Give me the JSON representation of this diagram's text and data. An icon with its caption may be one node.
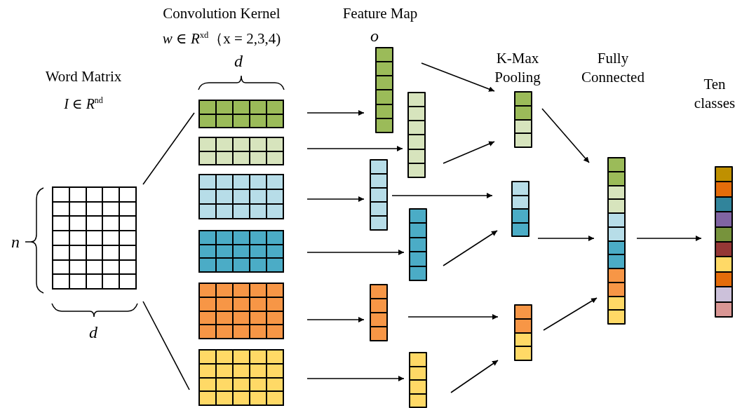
{
  "diagram": {
    "nodes": [
      {
        "text": [],
        "shape": "grid"
      },
      {
        "text": [],
        "shape": "grid"
      },
      {
        "text": [],
        "shape": "grid"
      },
      {
        "text": [],
        "shape": "grid"
      },
      {
        "text": [],
        "shape": "grid"
      },
      {
        "text": [],
        "shape": "grid"
      },
      {
        "text": [],
        "shape": "grid"
      },
      {
        "text": [],
        "shape": "bar"
      },
      {
        "text": [],
        "shape": "bar"
      },
      {
        "text": [],
        "shape": "bar"
      },
      {
        "text": [],
        "shape": "bar"
      },
      {
        "text": [],
        "shape": "bar"
      },
      {
        "text": [],
        "shape": "bar"
      },
      {
        "text": [],
        "shape": "bar"
      },
      {
        "text": [],
        "shape": "bar"
      },
      {
        "text": [],
        "shape": "bar"
      },
      {
        "text": [],
        "shape": "bar"
      },
      {
        "text": [],
        "shape": "bar"
      }
    ],
    "edges": [
      {
        "from": 0,
        "to": 1,
        "arrow": "none"
      },
      {
        "from": 0,
        "to": 6,
        "arrow": "none"
      },
      {
        "from": 1,
        "to": 7,
        "arrow": "to"
      },
      {
        "from": 2,
        "to": 8,
        "arrow": "to"
      },
      {
        "from": 3,
        "to": 9,
        "arrow": "to"
      },
      {
        "from": 4,
        "to": 10,
        "arrow": "to"
      },
      {
        "from": 5,
        "to": 11,
        "arrow": "to"
      },
      {
        "from": 6,
        "to": 12,
        "arrow": "to"
      },
      {
        "from": 7,
        "to": 13,
        "arrow": "to"
      },
      {
        "from": 8,
        "to": 13,
        "arrow": "to"
      },
      {
        "from": 9,
        "to": 14,
        "arrow": "to"
      },
      {
        "from": 10,
        "to": 14,
        "arrow": "to"
      },
      {
        "from": 11,
        "to": 15,
        "arrow": "to"
      },
      {
        "from": 12,
        "to": 15,
        "arrow": "to"
      },
      {
        "from": 13,
        "to": 16,
        "arrow": "to"
      },
      {
        "from": 14,
        "to": 16,
        "arrow": "to"
      },
      {
        "from": 15,
        "to": 16,
        "arrow": "to"
      },
      {
        "from": 16,
        "to": 17,
        "arrow": "to"
      }
    ],
    "labels": [
      "Word Matrix",
      "*I* ∈ *R*$^{nd}$",
      "n",
      "d",
      "Convolution Kernel",
      "*w* ∈ *R*$^{xd}$（x = 2,3,4)",
      "d",
      "Feature Map",
      "o",
      "K-Max Pooling",
      "Fully Connected",
      "Ten classes"
    ]
  }
}
